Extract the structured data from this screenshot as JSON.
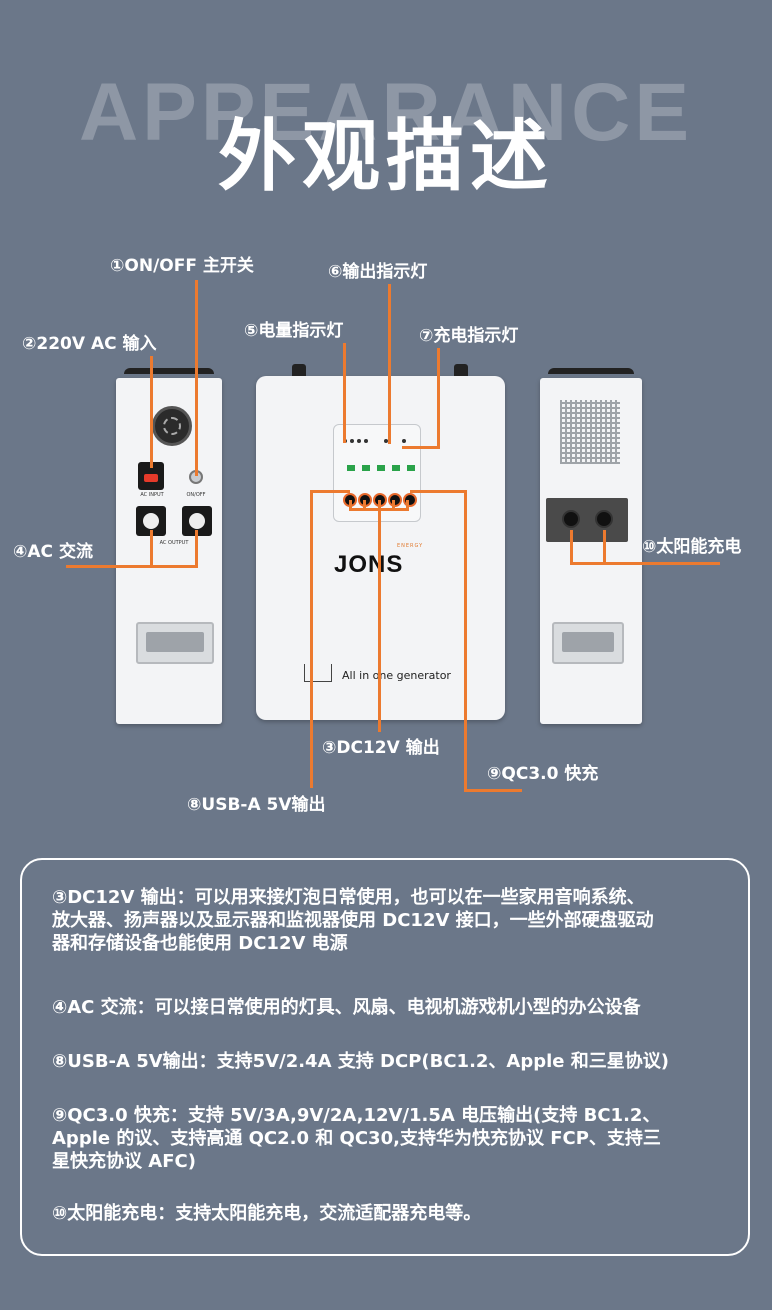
{
  "header": {
    "bg_word": "APPEARANCE",
    "title": "外观描述"
  },
  "labels": {
    "l1": "①ON/OFF 主开关",
    "l2": "②220V AC 输入",
    "l3": "③DC12V 输出",
    "l4": "④AC 交流",
    "l5": "⑤电量指示灯",
    "l6": "⑥输出指示灯",
    "l7": "⑦充电指示灯",
    "l8": "⑧USB-A 5V输出",
    "l9": "⑨QC3.0 快充",
    "l10": "⑩太阳能充电"
  },
  "device": {
    "brand": "JONS",
    "brand_sub": "ENERGY",
    "slogan": "All in one generator",
    "ac_input": "AC INPUT",
    "onoff": "ON/OFF",
    "ac_output": "AC OUTPUT"
  },
  "descriptions": [
    "③DC12V 输出：可以用来接灯泡日常使用，也可以在一些家用音响系统、\n放大器、扬声器以及显示器和监视器使用 DC12V 接口，一些外部硬盘驱动\n器和存储设备也能使用 DC12V 电源",
    "④AC 交流：可以接日常使用的灯具、风扇、电视机游戏机小型的办公设备",
    "⑧USB-A 5V输出：支持5V/2.4A 支持 DCP(BC1.2、Apple 和三星协议)",
    "⑨QC3.0 快充：支持 5V/3A,9V/2A,12V/1.5A 电压输出(支持 BC1.2、\nApple 的议、支持高通 QC2.0 和 QC30,支持华为快充协议 FCP、支持三\n星快充协议 AFC)",
    "⑩太阳能充电：支持太阳能充电，交流适配器充电等。"
  ],
  "colors": {
    "background": "#6b7789",
    "accent": "#ec7a2f",
    "text": "#ffffff"
  }
}
